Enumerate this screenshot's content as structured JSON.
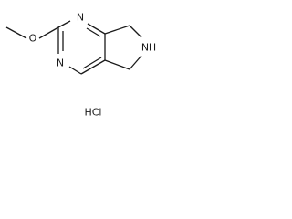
{
  "structure": {
    "atoms": {
      "oxygen": "O",
      "ring_nitrogen_top": "N",
      "ring_nitrogen_bottom": "N",
      "amine_nitrogen": "N",
      "amine_hydrogen": "H"
    },
    "salt": "HCl"
  }
}
